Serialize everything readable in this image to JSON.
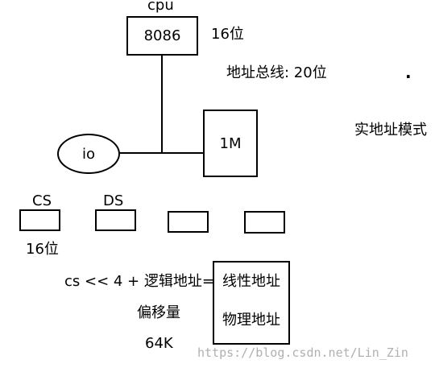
{
  "diagram": {
    "cpu_label": "cpu",
    "cpu_chip": "8086",
    "data_width": "16位",
    "address_bus": "地址总线:  20位",
    "dot": ".",
    "real_mode": "实地址模式",
    "io": "io",
    "memory": "1M",
    "segments": {
      "cs": "CS",
      "ds": "DS",
      "width": "16位"
    },
    "formula": "cs << 4 + 逻辑地址=",
    "linear_address": "线性地址",
    "physical_address": "物理地址",
    "offset": "偏移量",
    "offset_size": "64K"
  },
  "watermark": "https://blog.csdn.net/Lin_Zin"
}
